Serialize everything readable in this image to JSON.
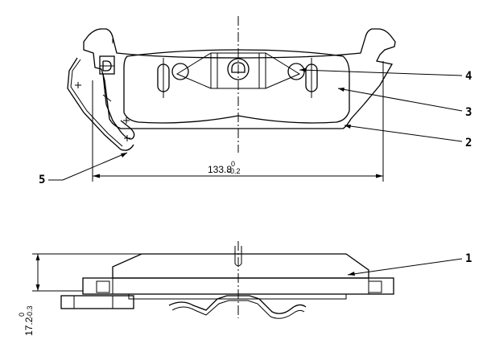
{
  "drawing": {
    "width_dimension": {
      "value": "133.8",
      "upper_tol": "0",
      "lower_tol": "-0.2"
    },
    "thickness_dimension": {
      "value": "17.2",
      "upper_tol": "0",
      "lower_tol": "-0.3"
    },
    "callouts": [
      "1",
      "2",
      "3",
      "4",
      "5"
    ]
  }
}
